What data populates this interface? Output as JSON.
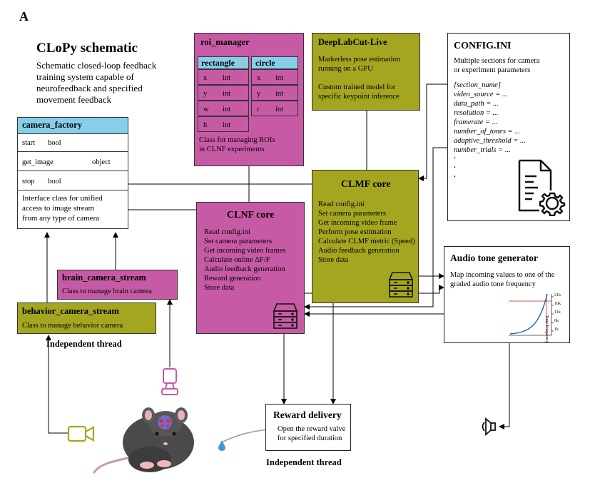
{
  "panel_letter": "A",
  "colors": {
    "magenta": "#c75aa5",
    "olive": "#a4a620",
    "cyan": "#87ceea",
    "line": "#000000"
  },
  "title": "CLoPy schematic",
  "subtitle": [
    "Schematic closed-loop feedback",
    "training system capable of",
    "neurofeedback and specified",
    "movement feedback"
  ],
  "camera_factory": {
    "header": "camera_factory",
    "rows": [
      {
        "name": "start",
        "type": "bool"
      },
      {
        "name": "get_image",
        "type": "object"
      },
      {
        "name": "stop",
        "type": "bool"
      }
    ],
    "desc": [
      "Interface class for unified",
      "access to image stream",
      "from any type of camera"
    ]
  },
  "roi_manager": {
    "title": "roi_manager",
    "rectangle": {
      "header": "rectangle",
      "rows": [
        {
          "n": "x",
          "t": "int"
        },
        {
          "n": "y",
          "t": "int"
        },
        {
          "n": "w",
          "t": "int"
        },
        {
          "n": "h",
          "t": "int"
        }
      ]
    },
    "circle": {
      "header": "circle",
      "rows": [
        {
          "n": "x",
          "t": "int"
        },
        {
          "n": "y",
          "t": "int"
        },
        {
          "n": "r",
          "t": "int"
        }
      ]
    },
    "desc": [
      "Class for managing ROIs",
      "in CLNF experiments"
    ]
  },
  "dlc": {
    "title": "DeepLabCut-Live",
    "lines": [
      "Markerless pose estimation",
      "running on a GPU",
      "",
      "Custom trained model for",
      "specific keypoint inference"
    ]
  },
  "config": {
    "title": "CONFIG.INI",
    "intro": [
      "Multiple sections for camera",
      "or experiment parameters"
    ],
    "params": [
      "[section_name]",
      "video_source = ...",
      "data_path = ...",
      "resolution = ...",
      "framerate = ...",
      "number_of_tones = ...",
      "adaptive_threshold = ...",
      "number_trials = ..."
    ],
    "dots": [
      ".",
      ".",
      "."
    ]
  },
  "clmf": {
    "title": "CLMF core",
    "steps": [
      "Read config.ini",
      "Set camera parameters",
      "Get incoming video frame",
      "Perform pose estimation",
      "Calculate CLMF metric (Speed)",
      "Audio feedback generation",
      "Store data"
    ]
  },
  "clnf": {
    "title": "CLNF core",
    "steps": [
      "Read config.ini",
      "Set camera parameters",
      "Get incoming video frames",
      "Calculate online ΔF/F",
      "Audio feedback generation",
      "Reward generation",
      "Store data"
    ]
  },
  "brain_stream": {
    "title": "brain_camera_stream",
    "desc": "Class to manage brain camera"
  },
  "behavior_stream": {
    "title": "behavior_camera_stream",
    "desc": "Class to manage behavior camera"
  },
  "independent_thread_1": "Independent thread",
  "audio": {
    "title": "Audio tone generator",
    "desc": [
      "Map incoming values to one of the",
      "graded audio tone frequency"
    ],
    "tone_ticks": [
      "21k",
      "16k",
      "11k",
      "6k",
      "1k"
    ],
    "tone_axis_label": "Tone Frequency"
  },
  "reward": {
    "title": "Reward delivery",
    "desc": [
      "Open the reward valve",
      "for specified duration"
    ]
  },
  "independent_thread_2": "Independent thread"
}
